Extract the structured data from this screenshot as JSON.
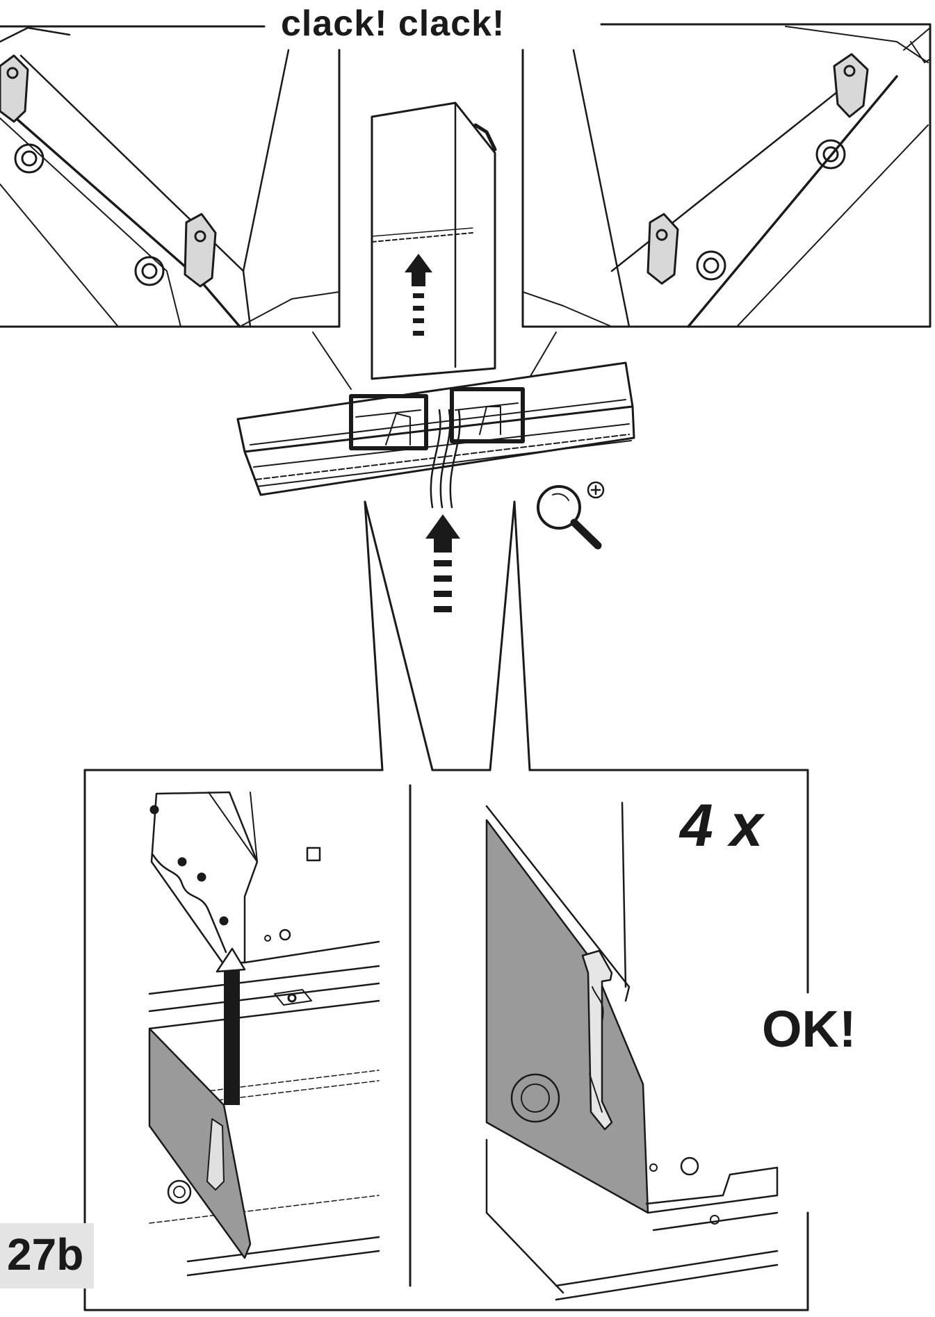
{
  "callout_top": "clack! clack!",
  "count_label": "4 x",
  "ok_label": "OK!",
  "step_label": "27b",
  "icons": [
    "zoom-in-magnifier-icon",
    "up-arrow-icon"
  ],
  "colors": {
    "line": "#1a1a1a",
    "panel_shade": "#9a9a9a",
    "step_badge": "#e4e4e4"
  }
}
